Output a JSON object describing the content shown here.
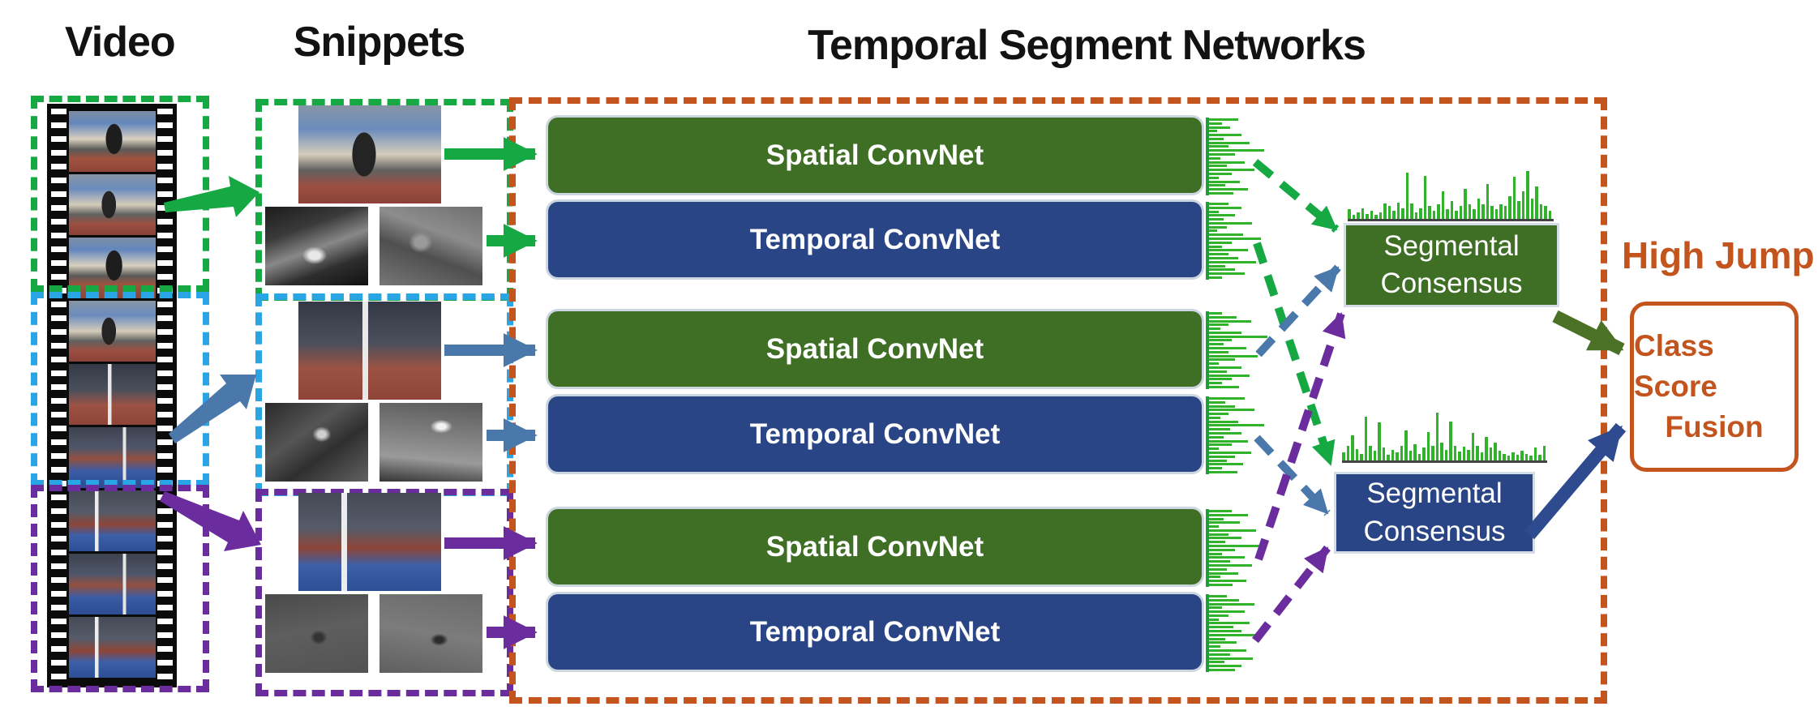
{
  "titles": {
    "video": "Video",
    "snippets": "Snippets",
    "tsn": "Temporal Segment Networks"
  },
  "labels": {
    "spatial_convnet": "Spatial ConvNet",
    "temporal_convnet": "Temporal ConvNet",
    "consensus_line1": "Segmental",
    "consensus_line2": "Consensus",
    "fusion_line1": "Class Score",
    "fusion_line2": "Fusion",
    "prediction": "High Jump"
  },
  "colors": {
    "segment1": "#16a843",
    "segment2": "#29a4e4",
    "segment3": "#6b2d9e",
    "spatial_box": "#3f6e25",
    "temporal_box": "#2a4585",
    "tsn_border": "#c4541e",
    "prediction_text": "#c4541e",
    "score_bars": "#30b32a",
    "fusion_arrow_spatial": "#4b7127",
    "fusion_arrow_temporal": "#2d4b8e"
  },
  "icons": {
    "film_strip": "film-strip",
    "rgb_snippet": "video-frame",
    "optical_flow": "optical-flow-frame"
  },
  "histograms": {
    "small": [
      [
        0.45,
        0.2,
        0.32,
        0.12,
        0.5,
        0.22,
        0.62,
        0.3,
        0.85,
        0.4,
        0.18,
        0.55,
        0.28,
        0.7,
        0.35,
        0.15,
        0.48,
        0.25,
        0.6,
        0.38
      ],
      [
        0.3,
        0.5,
        0.15,
        0.4,
        0.22,
        0.66,
        0.28,
        0.12,
        0.52,
        0.8,
        0.35,
        0.2,
        0.6,
        0.3,
        0.45,
        0.72,
        0.25,
        0.4,
        0.55,
        0.2
      ],
      [
        0.2,
        0.42,
        0.65,
        0.3,
        0.18,
        0.5,
        0.9,
        0.35,
        0.22,
        0.58,
        0.3,
        0.75,
        0.4,
        0.15,
        0.5,
        0.28,
        0.62,
        0.35,
        0.2,
        0.46
      ],
      [
        0.55,
        0.25,
        0.4,
        0.7,
        0.3,
        0.18,
        0.45,
        0.85,
        0.32,
        0.5,
        0.22,
        0.6,
        0.35,
        0.15,
        0.65,
        0.4,
        0.28,
        0.52,
        0.2,
        0.44
      ],
      [
        0.35,
        0.6,
        0.22,
        0.48,
        0.15,
        0.72,
        0.3,
        0.5,
        0.25,
        0.88,
        0.4,
        0.2,
        0.55,
        0.32,
        0.66,
        0.28,
        0.45,
        0.18,
        0.58,
        0.36
      ],
      [
        0.28,
        0.46,
        0.7,
        0.2,
        0.55,
        0.3,
        0.15,
        0.62,
        0.38,
        0.5,
        0.8,
        0.25,
        0.42,
        0.18,
        0.58,
        0.33,
        0.68,
        0.24,
        0.5,
        0.4
      ]
    ],
    "big": [
      [
        0.2,
        0.08,
        0.14,
        0.22,
        0.1,
        0.16,
        0.09,
        0.13,
        0.32,
        0.26,
        0.16,
        0.34,
        0.22,
        0.95,
        0.32,
        0.14,
        0.22,
        0.88,
        0.26,
        0.16,
        0.3,
        0.56,
        0.2,
        0.36,
        0.16,
        0.26,
        0.62,
        0.3,
        0.2,
        0.42,
        0.3,
        0.72,
        0.26,
        0.2,
        0.3,
        0.26,
        0.46,
        0.86,
        0.36,
        0.56,
        0.98,
        0.42,
        0.66,
        0.3,
        0.26,
        0.16
      ],
      [
        0.16,
        0.3,
        0.52,
        0.24,
        0.14,
        0.9,
        0.3,
        0.2,
        0.78,
        0.26,
        0.12,
        0.22,
        0.16,
        0.3,
        0.62,
        0.2,
        0.34,
        0.14,
        0.26,
        0.58,
        0.3,
        0.98,
        0.36,
        0.22,
        0.8,
        0.3,
        0.18,
        0.28,
        0.22,
        0.56,
        0.3,
        0.16,
        0.48,
        0.26,
        0.36,
        0.2,
        0.14,
        0.1,
        0.16,
        0.12,
        0.2,
        0.14,
        0.1,
        0.26,
        0.12,
        0.3
      ]
    ]
  }
}
